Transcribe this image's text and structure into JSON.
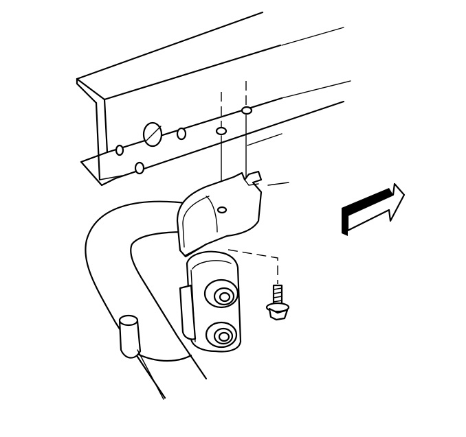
{
  "diagram": {
    "colors": {
      "line": "#000000",
      "background": "#ffffff"
    },
    "parts": [
      "frame-rail",
      "mounting-bracket",
      "rubber-insulators",
      "bolt",
      "exhaust-pipe",
      "direction-arrow"
    ]
  }
}
